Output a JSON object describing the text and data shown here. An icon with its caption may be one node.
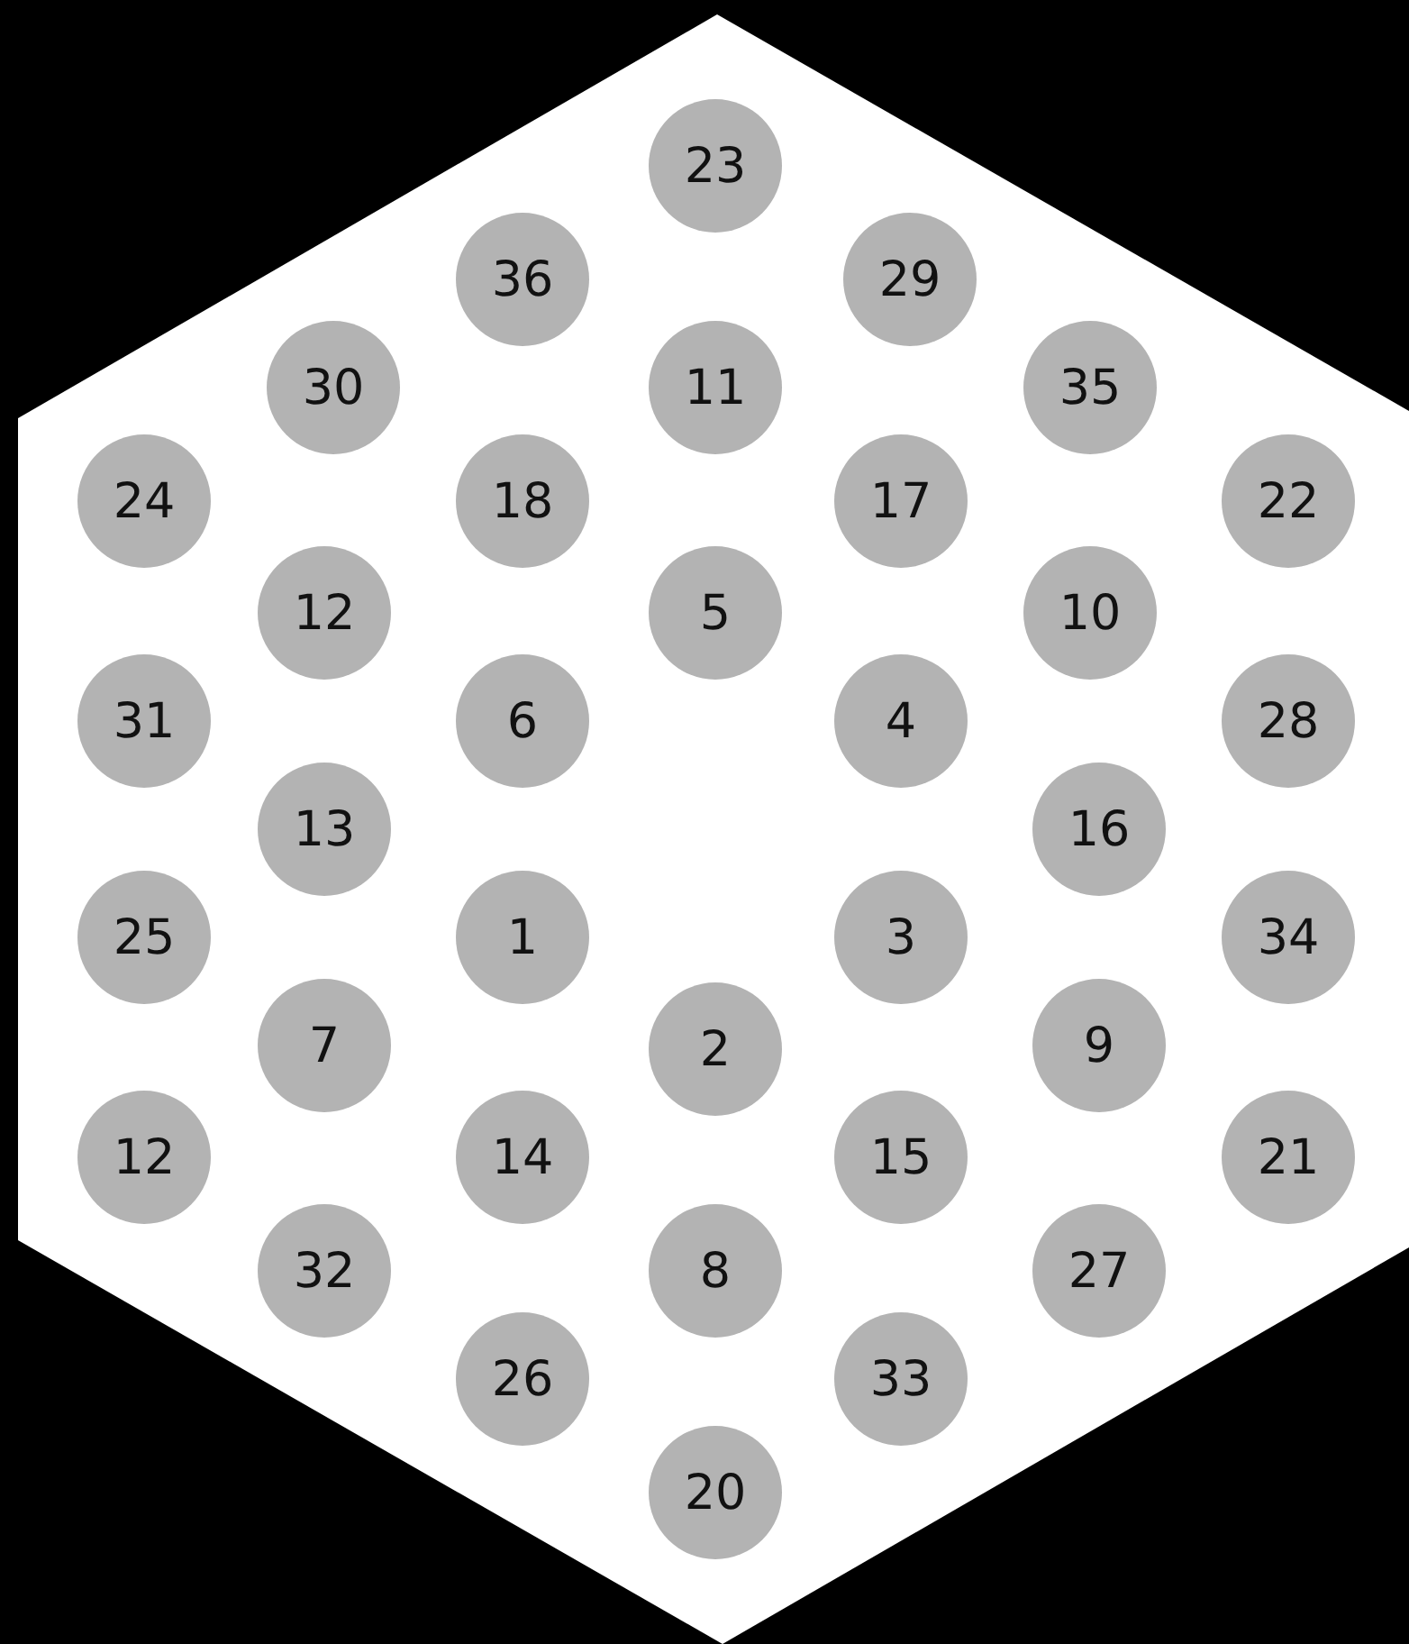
{
  "diagram": {
    "nodes": [
      {
        "text": [
          "23"
        ]
      },
      {
        "text": [
          "36"
        ]
      },
      {
        "text": [
          "29"
        ]
      },
      {
        "text": [
          "30"
        ]
      },
      {
        "text": [
          "11"
        ]
      },
      {
        "text": [
          "35"
        ]
      },
      {
        "text": [
          "24"
        ]
      },
      {
        "text": [
          "18"
        ]
      },
      {
        "text": [
          "17"
        ]
      },
      {
        "text": [
          "22"
        ]
      },
      {
        "text": [
          "12"
        ]
      },
      {
        "text": [
          "5"
        ]
      },
      {
        "text": [
          "10"
        ]
      },
      {
        "text": [
          "31"
        ]
      },
      {
        "text": [
          "6"
        ]
      },
      {
        "text": [
          "4"
        ]
      },
      {
        "text": [
          "28"
        ]
      },
      {
        "text": [
          "13"
        ]
      },
      {
        "text": [
          "16"
        ]
      },
      {
        "text": [
          "25"
        ]
      },
      {
        "text": [
          "1"
        ]
      },
      {
        "text": [
          "3"
        ]
      },
      {
        "text": [
          "34"
        ]
      },
      {
        "text": [
          "7"
        ]
      },
      {
        "text": [
          "2"
        ]
      },
      {
        "text": [
          "9"
        ]
      },
      {
        "text": [
          "12"
        ]
      },
      {
        "text": [
          "14"
        ]
      },
      {
        "text": [
          "15"
        ]
      },
      {
        "text": [
          "21"
        ]
      },
      {
        "text": [
          "32"
        ]
      },
      {
        "text": [
          "8"
        ]
      },
      {
        "text": [
          "27"
        ]
      },
      {
        "text": [
          "26"
        ]
      },
      {
        "text": [
          "33"
        ]
      },
      {
        "text": [
          "20"
        ]
      }
    ]
  }
}
